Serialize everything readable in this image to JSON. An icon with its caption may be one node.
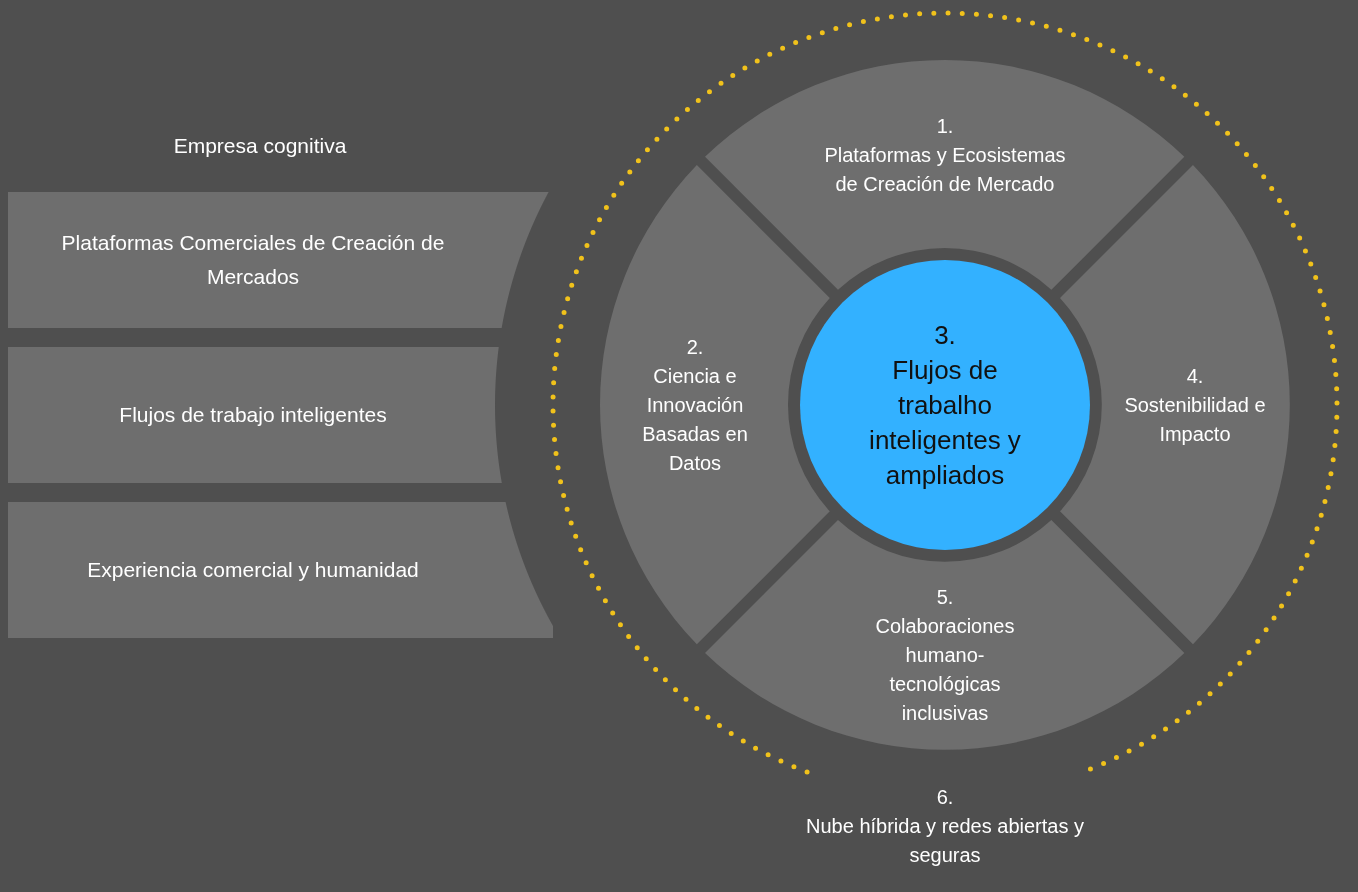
{
  "diagram": {
    "nodes": [
      {
        "text": [
          "Plataformas Comerciales de Creación de Mercados"
        ]
      },
      {
        "text": [
          "Flujos de trabajo inteligentes"
        ]
      },
      {
        "text": [
          "Experiencia comercial y humanidad"
        ]
      },
      {
        "text": [
          "6.",
          "Nube híbrida y redes abiertas y seguras"
        ]
      },
      {
        "text": [
          "1.",
          "Plataformas y Ecosistemas de Creación de Mercado"
        ],
        "in": 3
      },
      {
        "text": [
          "2.",
          "Ciencia e Innovación Basadas en Datos"
        ],
        "in": 3
      },
      {
        "text": [
          "3.",
          "Flujos de trabalho inteligentes y ampliados"
        ],
        "in": 3
      },
      {
        "text": [
          "4.",
          "Sostenibilidad e Impacto"
        ],
        "in": 3
      },
      {
        "text": [
          "5.",
          "Colaboraciones humano-tecnológicas inclusivas"
        ],
        "in": 3
      }
    ],
    "labels": [
      "Empresa cognitiva"
    ]
  }
}
